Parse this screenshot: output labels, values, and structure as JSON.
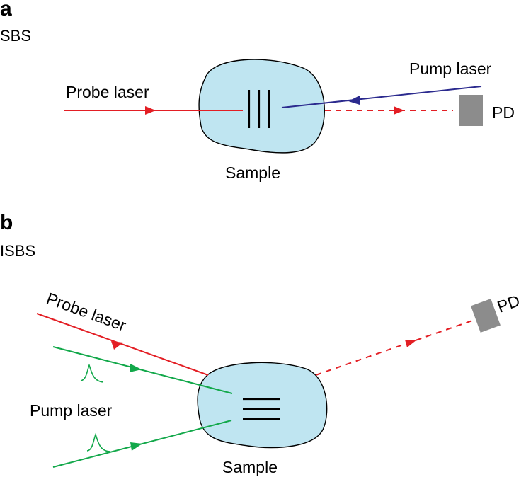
{
  "colors": {
    "probe": "#e31e24",
    "pump_sbs": "#2b2a8e",
    "pump_isbs": "#12a84a",
    "sample": "#bfe5f1",
    "detector": "#8c8c8c"
  },
  "panel_a": {
    "letter": "a",
    "title": "SBS",
    "probe_label": "Probe laser",
    "pump_label": "Pump laser",
    "sample_label": "Sample",
    "detector_label": "PD"
  },
  "panel_b": {
    "letter": "b",
    "title": "ISBS",
    "probe_label": "Probe laser",
    "pump_label": "Pump laser",
    "sample_label": "Sample",
    "detector_label": "PD"
  }
}
